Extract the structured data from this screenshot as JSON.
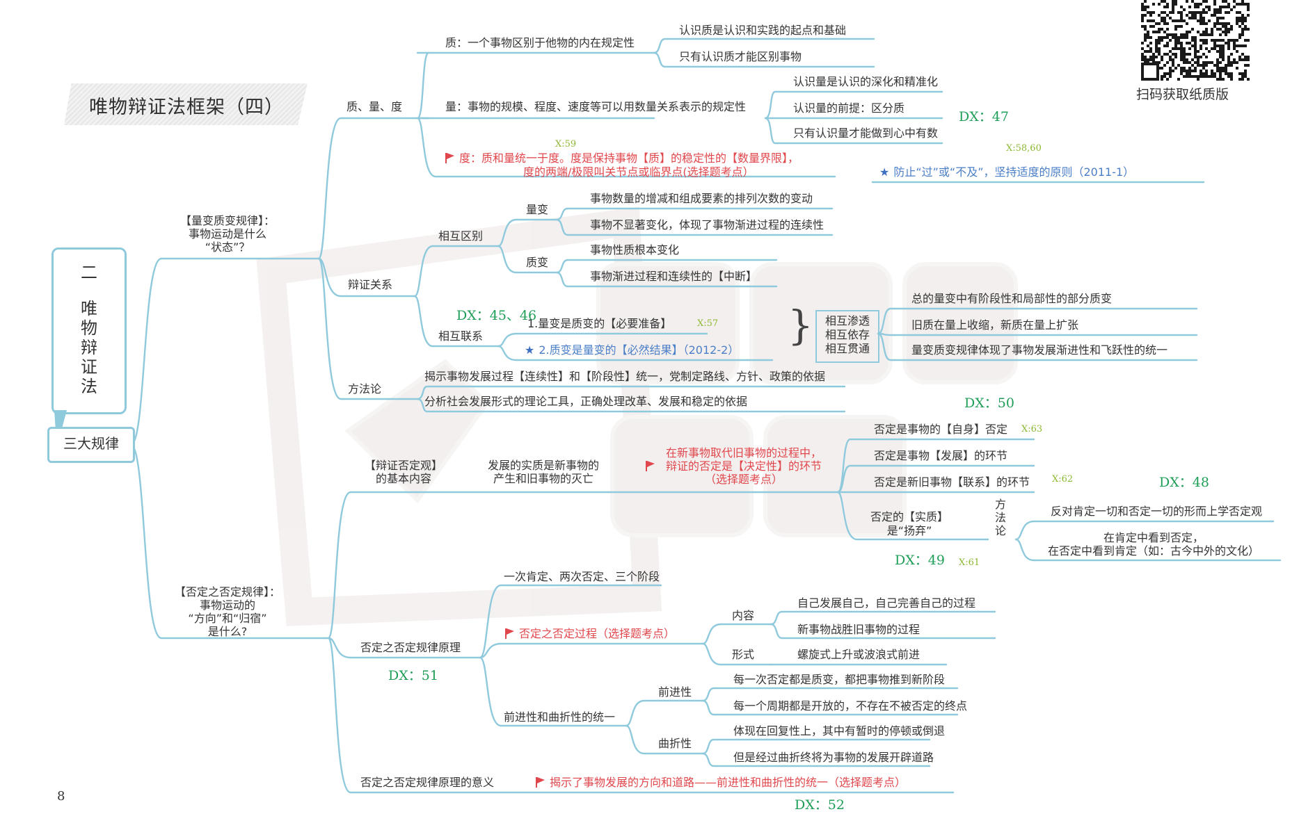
{
  "title": "唯物辩证法框架（四）",
  "page_number": "8",
  "qr_caption": "扫码获取纸质版",
  "sidebar": {
    "chapter": "二",
    "chapter_name": [
      "唯",
      "物",
      "辩",
      "证",
      "法"
    ],
    "section": "三大规律"
  },
  "law1": {
    "label": "【量变质变规律】：\n事物运动是什么\n“状态”？",
    "qld": {
      "label": "质、量、度",
      "zhi": "质：一个事物区别于他物的内在规定性",
      "zhi_items": [
        "认识质是认识和实践的起点和基础",
        "只有认识质才能区别事物"
      ],
      "liang": "量：事物的规模、程度、速度等可以用数量关系表示的规定性",
      "liang_items": [
        "认识量是认识的深化和精准化",
        "认识量的前提：区分质",
        "只有认识量才能做到心中有数"
      ],
      "du_line1": "度：质和量统一于度。度是保持事物【质】的稳定性的【数量界限】，",
      "du_line2": "度的两端/极限叫关节点或临界点(选择题考点）",
      "du_x": "X:59",
      "principle": "防止“过”或“不及”，坚持适度的原则（2011-1）",
      "principle_x": "X:58,60",
      "dx": "DX：47"
    },
    "dialectic": {
      "label": "辩证关系",
      "difference": "相互区别",
      "liangbian": "量变",
      "liangbian_items": [
        "事物数量的增减和组成要素的排列次数的变动",
        "事物不显著变化，体现了事物渐进过程的连续性"
      ],
      "zhibian": "质变",
      "zhibian_items": [
        "事物性质根本变化",
        "事物渐进过程和连续性的【中断】"
      ],
      "connection": "相互联系",
      "conn1": "1.量变是质变的【必要准备】",
      "conn1_x": "X:57",
      "conn2": "2.质变是量变的【必然结果】（2012-2）",
      "dx": "DX：45、46",
      "box": [
        "相互渗透",
        "相互依存",
        "相互贯通"
      ],
      "box_items": [
        "总的量变中有阶段性和局部性的部分质变",
        "旧质在量上收缩，新质在量上扩张",
        "量变质变规律体现了事物发展渐进性和飞跃性的统一"
      ]
    },
    "method": {
      "label": "方法论",
      "items": [
        "揭示事物发展过程【连续性】和【阶段性】统一，党制定路线、方针、政策的依据",
        "分析社会发展形式的理论工具，正确处理改革、发展和稳定的依据"
      ]
    }
  },
  "law2": {
    "label": "【否定之否定规律】：\n事物运动的\n“方向”和“归宿”\n是什么?",
    "basic": {
      "label": "【辩证否定观】\n的基本内容",
      "essence": "发展的实质是新事物的\n产生和旧事物的灭亡",
      "key": "在新事物取代旧事物的过程中，\n辩证的否定是【决定性】的环节\n（选择题考点）",
      "items": [
        "否定是事物的【自身】否定",
        "否定是事物【发展】的环节",
        "否定是新旧事物【联系】的环节"
      ],
      "item_x": [
        "X:63",
        "X:62"
      ],
      "essence2": "否定的【实质】\n是“扬弃”",
      "method": "方\n法\n论",
      "method_items": [
        "反对肯定一切和否定一切的形而上学否定观",
        "在肯定中看到否定，\n在否定中看到肯定（如：古今中外的文化）"
      ],
      "dx_top": "DX：50",
      "dx_right": "DX：48",
      "dx_bottom": "DX：49",
      "x61": "X:61"
    },
    "principle": {
      "label": "否定之否定规律原理",
      "stages": "一次肯定、两次否定、三个阶段",
      "process": "否定之否定过程（选择题考点）",
      "content": "内容",
      "content_items": [
        "自己发展自己，自己完善自己的过程",
        "新事物战胜旧事物的过程"
      ],
      "form": "形式",
      "form_item": "螺旋式上升或波浪式前进",
      "unity": "前进性和曲折性的统一",
      "progressive": "前进性",
      "progressive_items": [
        "每一次否定都是质变，都把事物推到新阶段",
        "每一个周期都是开放的，不存在不被否定的终点"
      ],
      "tortuous": "曲折性",
      "tortuous_items": [
        "体现在回复性上，其中有暂时的停顿或倒退",
        "但是经过曲折终将为事物的发展开辟道路"
      ],
      "dx": "DX：51"
    },
    "meaning": {
      "label": "否定之否定规律原理的意义",
      "text": "揭示了事物发展的方向和道路——前进性和曲折性的统一（选择题考点）",
      "dx": "DX：52"
    }
  },
  "colors": {
    "line": "#8fc9dc",
    "red": "#e0474c",
    "blue": "#4a7fc7",
    "green": "#1f9e58",
    "lime": "#8cb832"
  }
}
